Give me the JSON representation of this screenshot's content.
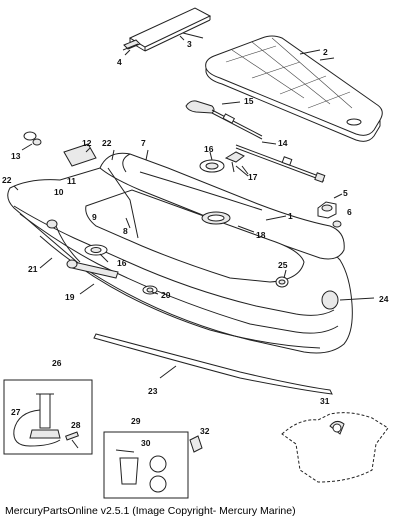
{
  "caption": "MercuryPartsOnline v2.5.1 (Image Copyright- Mercury Marine)",
  "callouts": {
    "c1": "1",
    "c2": "2",
    "c3": "3",
    "c4": "4",
    "c5": "5",
    "c6": "6",
    "c7": "7",
    "c8": "8",
    "c9": "9",
    "c10": "10",
    "c11": "11",
    "c12": "12",
    "c13": "13",
    "c14": "14",
    "c15": "15",
    "c16a": "16",
    "c16b": "16",
    "c17": "17",
    "c18": "18",
    "c19": "19",
    "c20": "20",
    "c21": "21",
    "c22a": "22",
    "c22b": "22",
    "c23": "23",
    "c24": "24",
    "c25": "25",
    "c26": "26",
    "c27": "27",
    "c28": "28",
    "c29": "29",
    "c30": "30",
    "c31": "31",
    "c32": "32"
  }
}
